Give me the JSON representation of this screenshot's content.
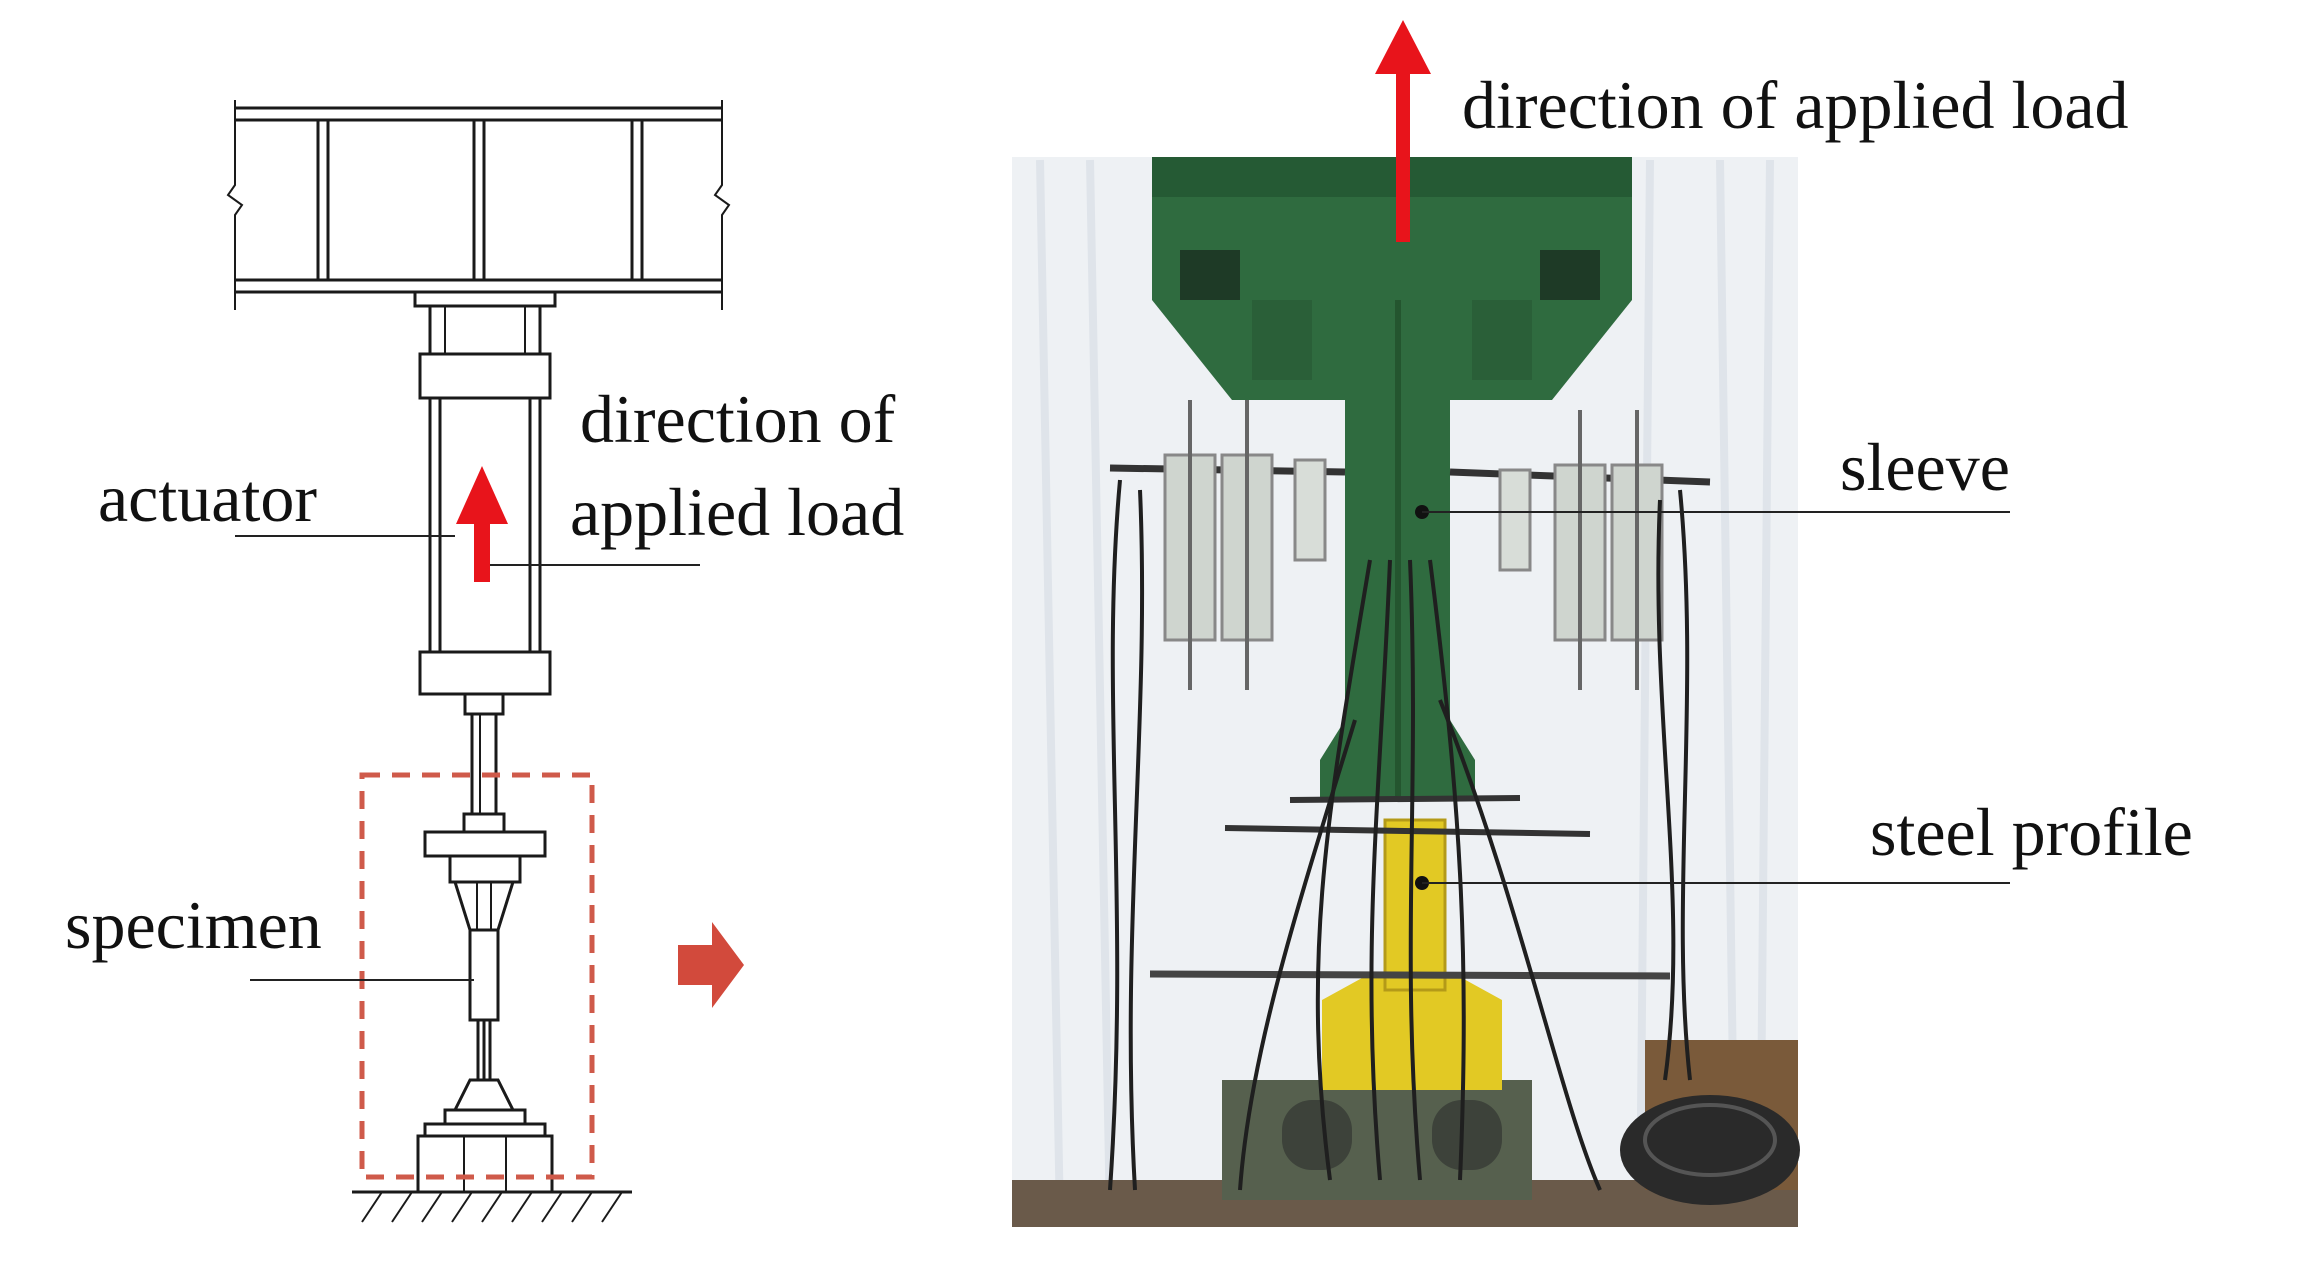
{
  "labels": {
    "top_load": "direction of applied load",
    "actuator": "actuator",
    "left_load_line1": "direction of",
    "left_load_line2": "applied load",
    "specimen": "specimen",
    "sleeve": "sleeve",
    "steel_profile": "steel profile"
  },
  "colors": {
    "load_arrow": "#e8141b",
    "transition_arrow": "#d24a3c",
    "highlight_box": "#cf5a4a",
    "green_frame": "#2f6b3f",
    "yellow_fixture": "#e2c924",
    "backdrop": "#eef1f4"
  },
  "icons": {
    "load_arrow": "up-arrow-icon",
    "transition_arrow": "right-arrow-icon"
  }
}
